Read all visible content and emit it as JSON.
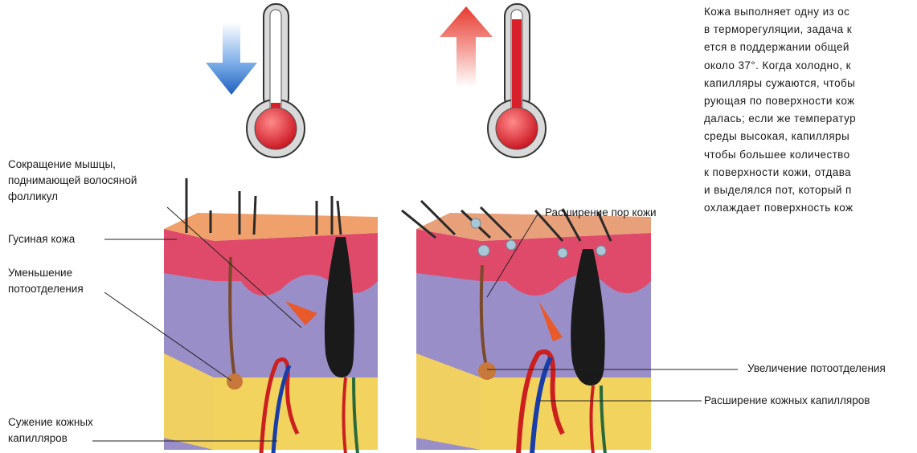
{
  "labels": {
    "muscle": [
      "Сокращение мышцы,",
      "поднимающей волосяной",
      "фолликул"
    ],
    "goosebumps": "Гусиная кожа",
    "less_sweat": [
      "Уменьшение",
      "потоотделения"
    ],
    "narrow_cap": [
      "Сужение кожных",
      "капилляров"
    ],
    "pores": "Расширение пор кожи",
    "more_sweat": "Увеличение потоотделения",
    "wide_cap": "Расширение кожных капилляров"
  },
  "paragraph": [
    "Кожа выполняет одну из ос",
    "в терморегуляции, задача к",
    "ется в поддержании общей",
    "около 37°. Когда холодно, к",
    "капилляры сужаются, чтобы",
    "рующая по поверхности кож",
    "далась; если же температур",
    "среды высокая, капилляры",
    "чтобы большее количество",
    "к поверхности кожи, отдава",
    "и выделялся пот, который п",
    "охлаждает поверхность кож"
  ],
  "colors": {
    "cold_arrow": "#2a6fc9",
    "warm_arrow": "#e8443a",
    "thermometer_fluid": "#d8202a",
    "epidermis": "#e04a6a",
    "dermis": "#9a8ec8",
    "fat": "#f0d060"
  }
}
